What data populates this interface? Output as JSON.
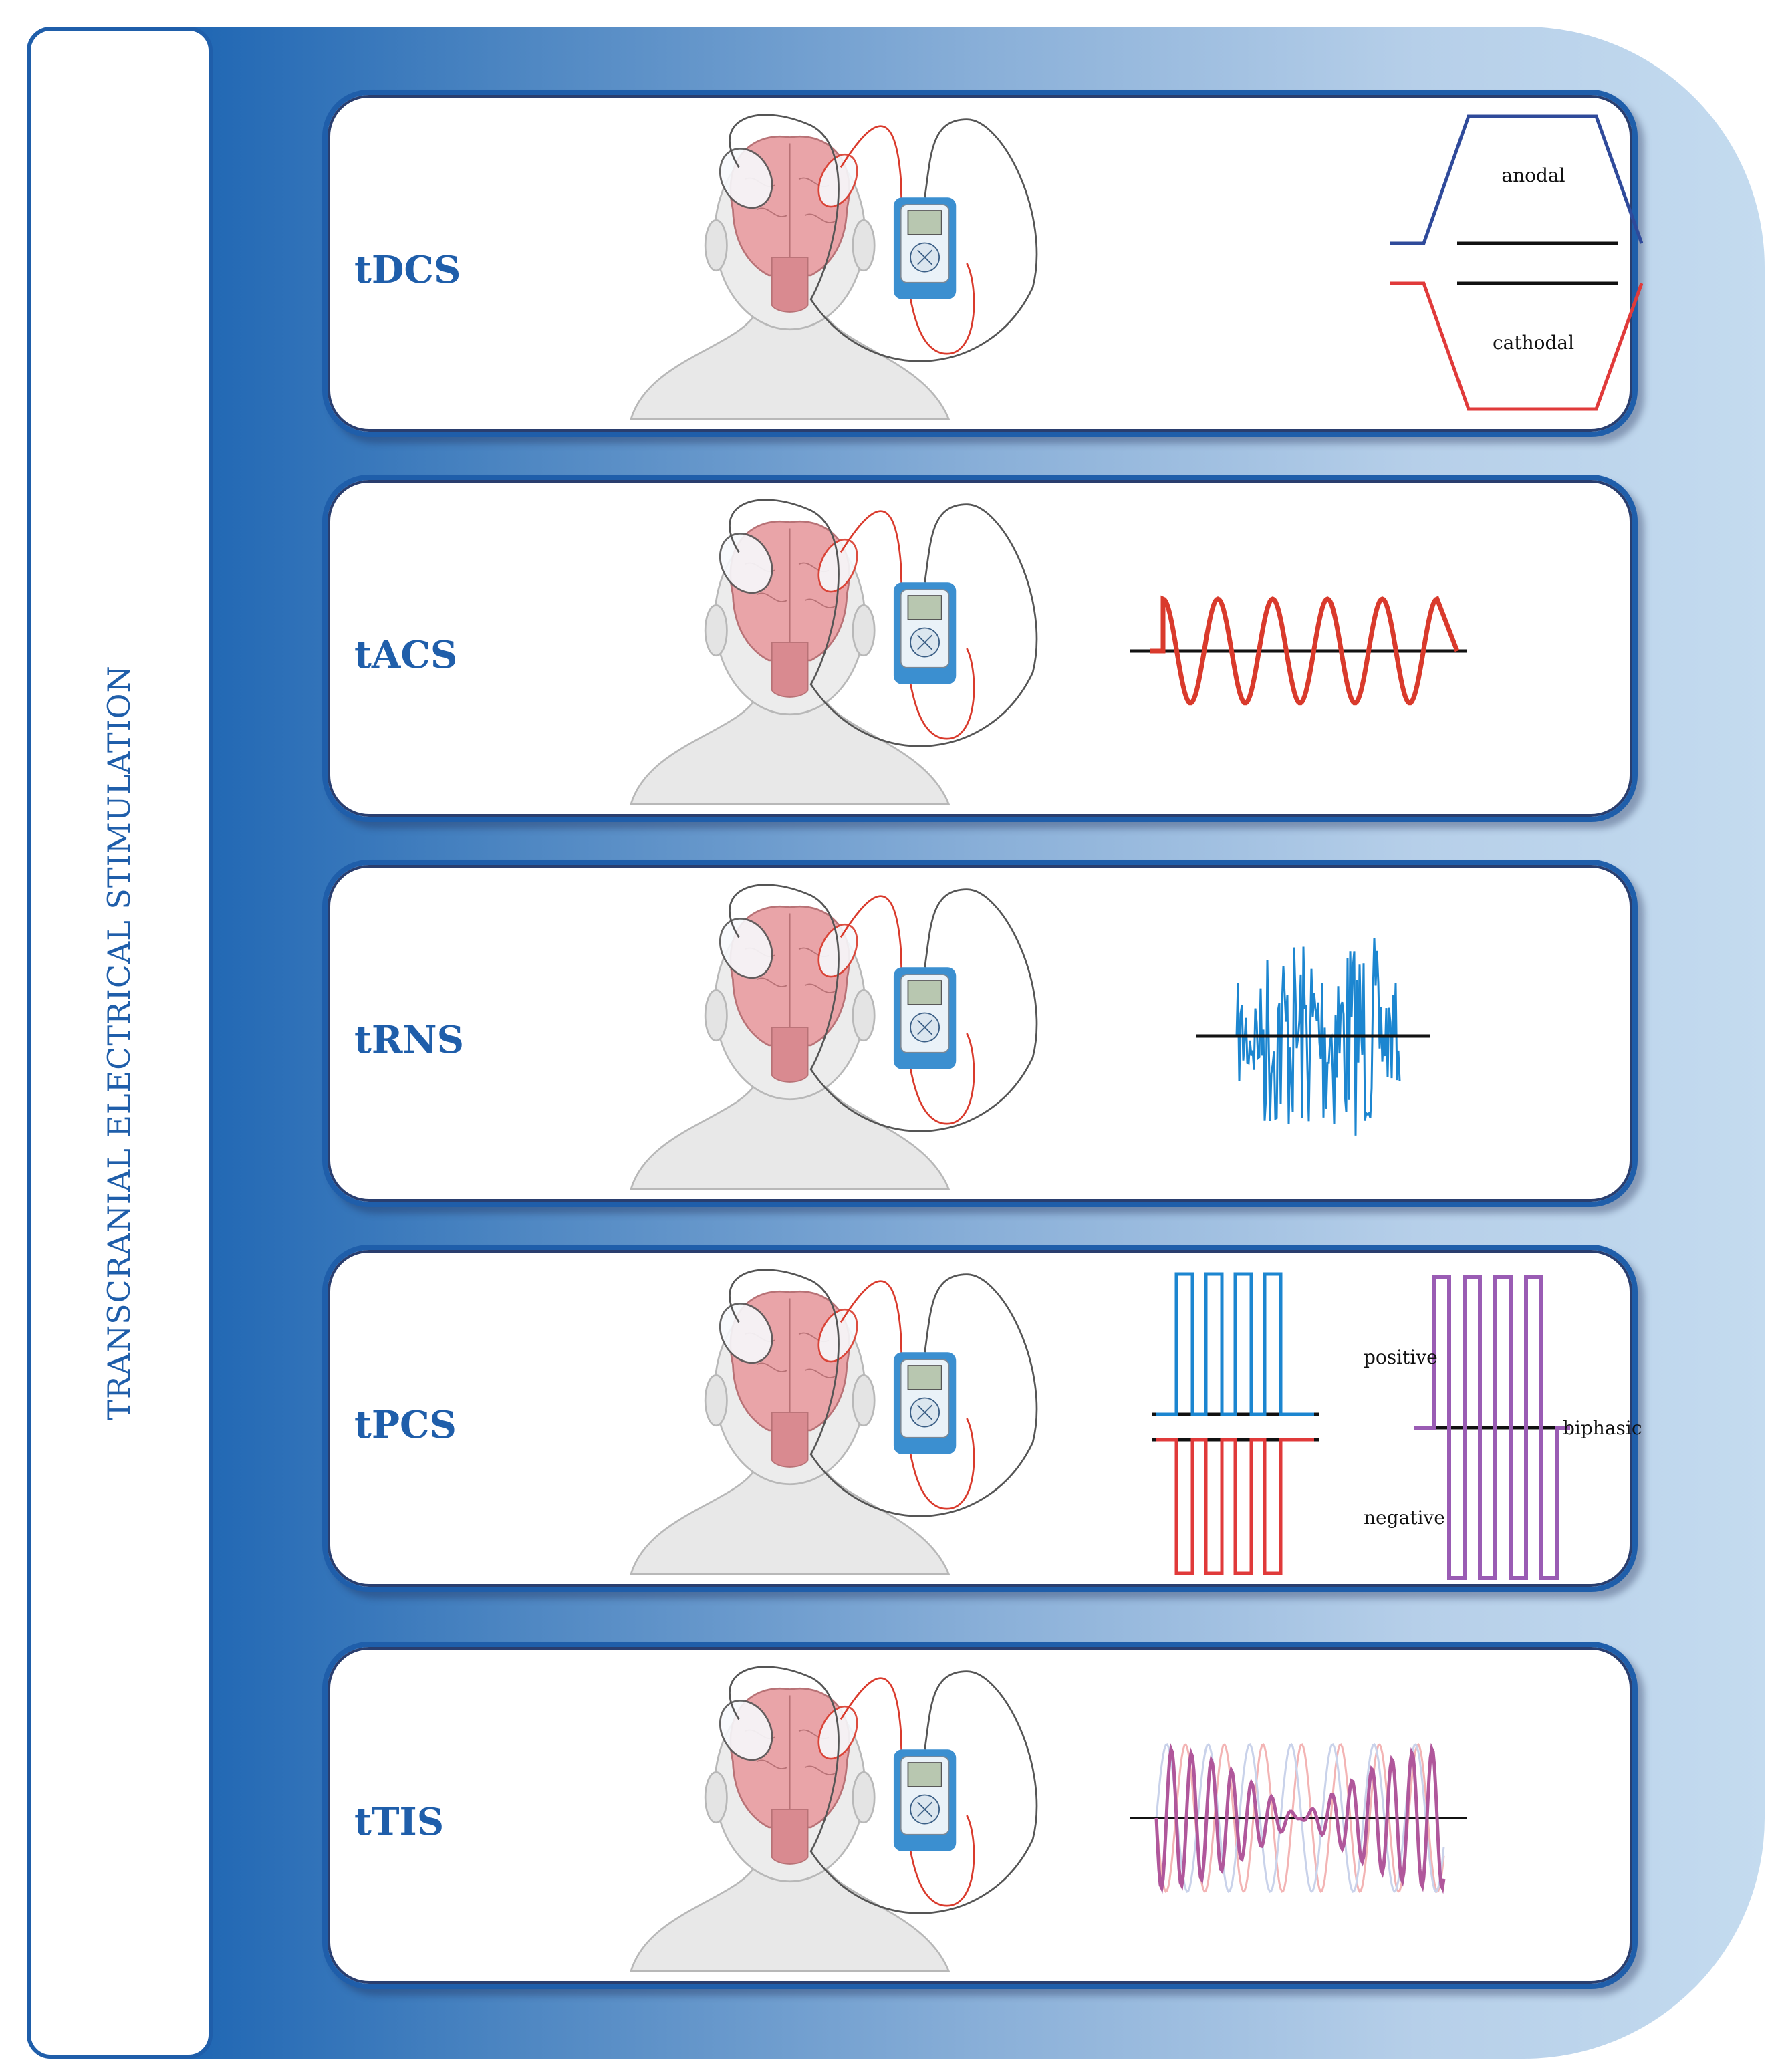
{
  "sidebar": {
    "title": "TRANSCRANIAL ELECTRICAL STIMULATION"
  },
  "panels": [
    {
      "label": "tDCS"
    },
    {
      "label": "tACS"
    },
    {
      "label": "tRNS"
    },
    {
      "label": "tPCS"
    },
    {
      "label": "tTIS"
    }
  ],
  "waveforms": {
    "tdcs": {
      "top_label": "anodal",
      "bottom_label": "cathodal"
    },
    "tpcs": {
      "positive_label": "positive",
      "negative_label": "negative",
      "biphasic_label": "biphasic"
    }
  },
  "colors": {
    "brand_blue": "#1f5eaa",
    "anodal": "#2f4a9a",
    "cathodal": "#e03a3a",
    "noise": "#1c86d0",
    "biphasic": "#9a5cb4",
    "tis": "#b0579b"
  }
}
